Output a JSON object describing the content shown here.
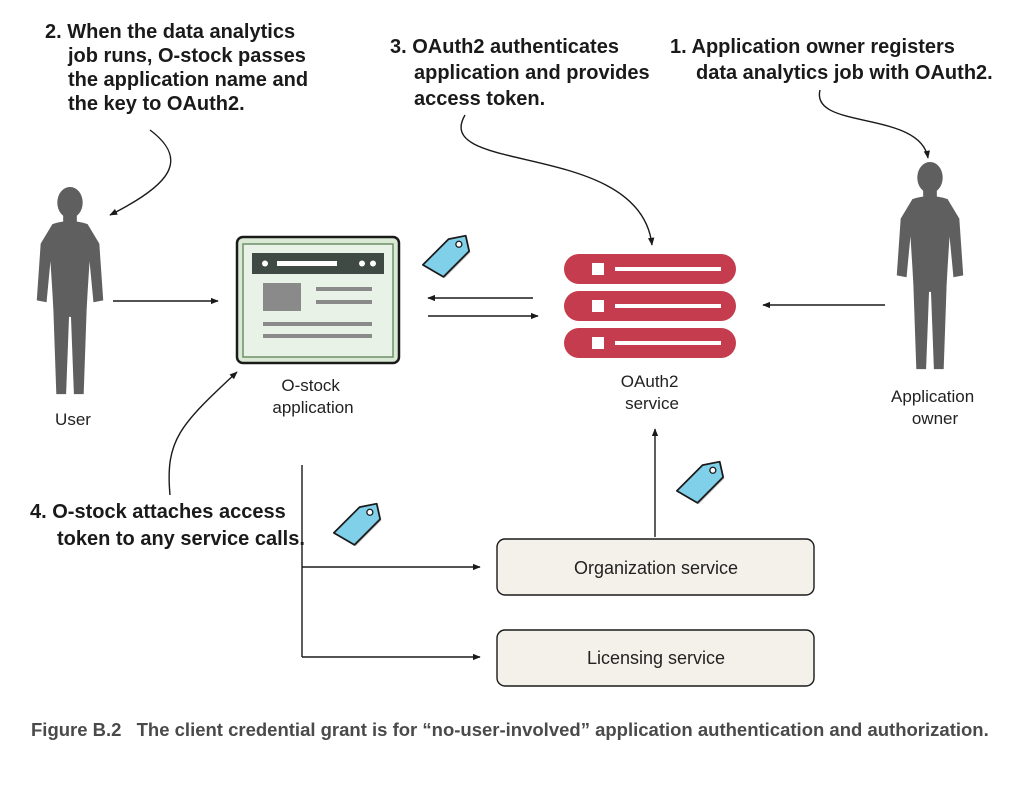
{
  "steps": {
    "step1": [
      "1. Application owner registers",
      "data analytics job with OAuth2."
    ],
    "step2": [
      "2. When the data analytics",
      "job runs, O-stock passes",
      "the application name and",
      "the key to OAuth2."
    ],
    "step3": [
      "3. OAuth2 authenticates",
      "application and provides",
      "access token."
    ],
    "step4": [
      "4. O-stock attaches access",
      "token to any service calls."
    ]
  },
  "nodes": {
    "user": [
      "User"
    ],
    "ostock": [
      "O-stock",
      "application"
    ],
    "oauth": [
      "OAuth2",
      "service"
    ],
    "owner": [
      "Application",
      "owner"
    ],
    "organization_service": "Organization service",
    "licensing_service": "Licensing service"
  },
  "caption": {
    "figure": "Figure B.2",
    "text": "The client credential grant is for “no-user-involved” application authentication and authorization."
  },
  "colors": {
    "person": "#5f5f5f",
    "oauth_server": "#c43c4d",
    "token": "#7fd0e8",
    "browser_fill": "#d9e9d4",
    "service_box": "#f3f1e9",
    "caption": "#4a4a4a"
  },
  "icons": [
    "person-icon",
    "browser-window-icon",
    "server-stack-icon",
    "token-tag-icon"
  ]
}
